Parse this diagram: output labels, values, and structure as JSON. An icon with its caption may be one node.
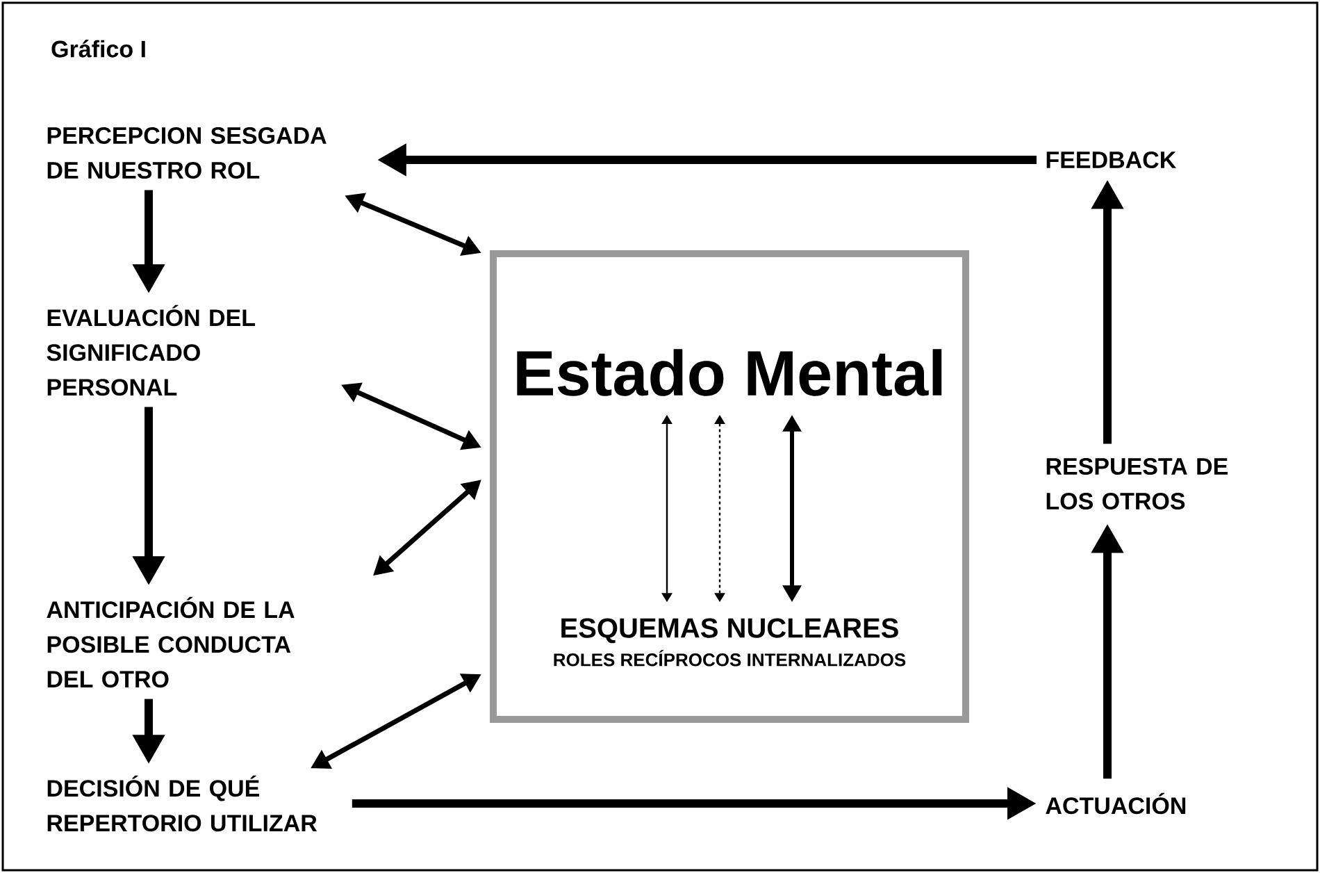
{
  "diagram": {
    "title": "Gráfico I",
    "nodes": [
      {
        "text": [],
        "shape": "box"
      },
      {
        "text": [
          "Estado Mental"
        ],
        "in": 0
      },
      {
        "text": [
          "ESQUEMAS NUCLEARES",
          "ROLES RECÍPROCOS INTERNALIZADOS"
        ],
        "in": 0
      },
      {
        "text": [
          "PERCEPCION SESGADA DE NUESTRO ROL"
        ]
      },
      {
        "text": [
          "EVALUACIÓN DEL SIGNIFICADO PERSONAL"
        ]
      },
      {
        "text": [
          "ANTICIPACIÓN DE LA POSIBLE CONDUCTA DEL OTRO"
        ]
      },
      {
        "text": [
          "DECISIÓN DE QUÉ REPERTORIO UTILIZAR"
        ]
      },
      {
        "text": [
          "FEEDBACK"
        ]
      },
      {
        "text": [
          "RESPUESTA DE LOS OTROS"
        ]
      },
      {
        "text": [
          "ACTUACIÓN"
        ]
      }
    ],
    "edges": [
      {
        "from": 1,
        "to": 2,
        "arrow": "both"
      },
      {
        "from": 1,
        "to": 2,
        "arrow": "both",
        "style": "dashed"
      },
      {
        "from": 1,
        "to": 2,
        "arrow": "both"
      },
      {
        "from": 3,
        "to": 4,
        "arrow": "to"
      },
      {
        "from": 4,
        "to": 5,
        "arrow": "to"
      },
      {
        "from": 5,
        "to": 6,
        "arrow": "to"
      },
      {
        "from": 6,
        "to": 9,
        "arrow": "to"
      },
      {
        "from": 9,
        "to": 8,
        "arrow": "to"
      },
      {
        "from": 8,
        "to": 7,
        "arrow": "to"
      },
      {
        "from": 7,
        "to": 3,
        "arrow": "to"
      },
      {
        "from": 3,
        "to": 0,
        "arrow": "both"
      },
      {
        "from": 4,
        "to": 0,
        "arrow": "both"
      },
      {
        "from": 5,
        "to": 0,
        "arrow": "both"
      },
      {
        "from": 6,
        "to": 0,
        "arrow": "both"
      }
    ]
  }
}
